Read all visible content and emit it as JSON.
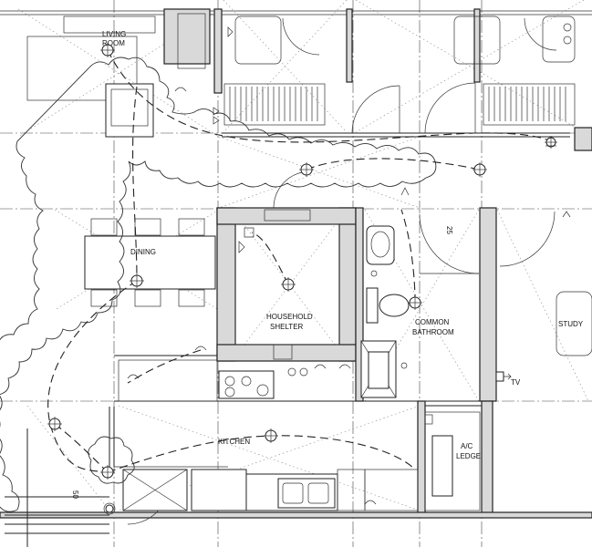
{
  "plan": {
    "rooms": {
      "living": [
        "LIVING",
        "ROOM"
      ],
      "dining": "DINING",
      "shelter": [
        "HOUSEHOLD",
        "SHELTER"
      ],
      "bathroom": [
        "COMMON",
        "BATHROOM"
      ],
      "study": "STUDY",
      "kitchen": "KITCHEN",
      "ac_ledge": [
        "A/C",
        "LEDGE"
      ]
    },
    "dimension_labels": [
      "25",
      "50"
    ],
    "symbol_labels": [
      "TV"
    ]
  }
}
